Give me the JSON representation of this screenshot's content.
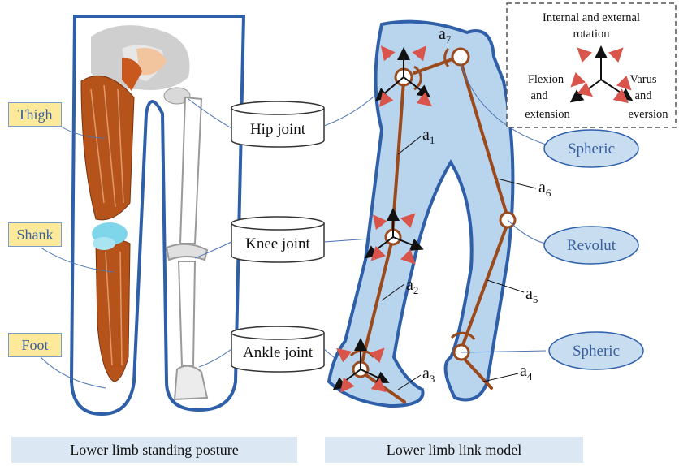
{
  "left_labels": {
    "thigh": "Thigh",
    "shank": "Shank",
    "foot": "Foot"
  },
  "joints": {
    "hip": "Hip joint",
    "knee": "Knee joint",
    "ankle": "Ankle joint"
  },
  "joint_types": {
    "hip": "Spheric",
    "knee": "Revolut",
    "ankle": "Spheric"
  },
  "links": {
    "a1": "a",
    "a1_sub": "1",
    "a2": "a",
    "a2_sub": "2",
    "a3": "a",
    "a3_sub": "3",
    "a4": "a",
    "a4_sub": "4",
    "a5": "a",
    "a5_sub": "5",
    "a6": "a",
    "a6_sub": "6",
    "a7": "a",
    "a7_sub": "7"
  },
  "legend": {
    "title_line1": "Internal and external",
    "title_line2": "rotation",
    "left_line1": "Flexion",
    "left_line2": "and",
    "left_line3": "extension",
    "right_line1": "Varus",
    "right_line2": "and",
    "right_line3": "eversion"
  },
  "captions": {
    "left": "Lower limb standing posture",
    "right": "Lower limb link model"
  },
  "colors": {
    "outline_blue": "#2e5fa8",
    "leg_fill": "#b9d5ee",
    "muscle": "#b5531a",
    "link": "#9b4a1e",
    "arrow_red": "#d9544a",
    "label_fill": "#fde99a",
    "ellipse_fill": "#c8def0",
    "caption_fill": "#dbe8f3"
  }
}
